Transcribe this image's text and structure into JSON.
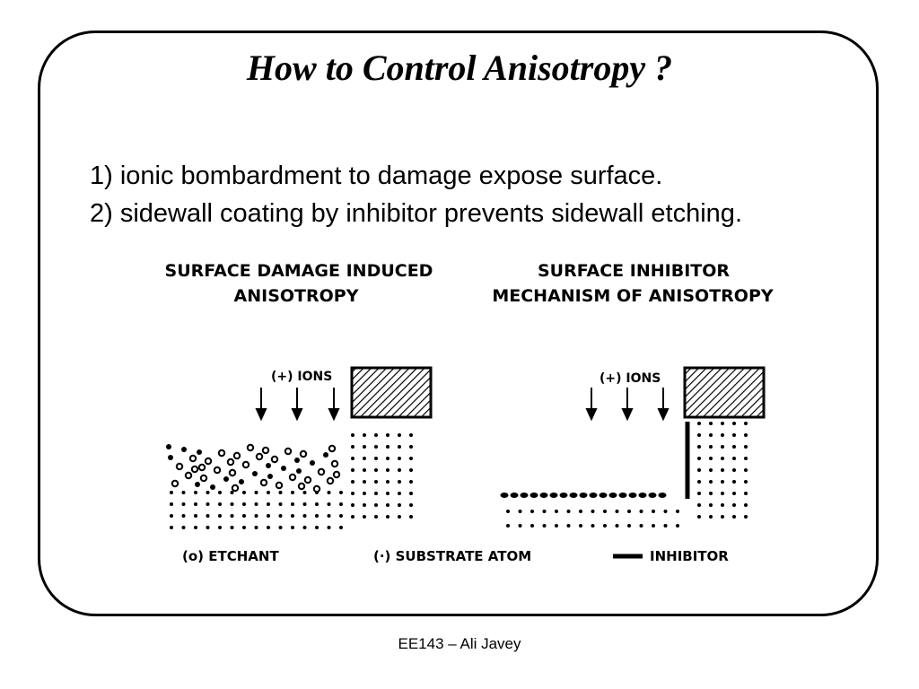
{
  "title": "How to Control Anisotropy ?",
  "points": [
    "1) ionic bombardment to damage expose surface.",
    "2) sidewall coating by inhibitor prevents sidewall etching."
  ],
  "diagram": {
    "left_panel": {
      "heading_line1": "SURFACE DAMAGE INDUCED",
      "heading_line2": "ANISOTROPY",
      "ions_label": "(+) IONS"
    },
    "right_panel": {
      "heading_line1": "SURFACE INHIBITOR",
      "heading_line2": "MECHANISM OF ANISOTROPY",
      "ions_label": "(+) IONS"
    },
    "legend": {
      "etchant": "(o) ETCHANT",
      "substrate": "(·) SUBSTRATE ATOM",
      "inhibitor": "INHIBITOR"
    }
  },
  "footer": "EE143 – Ali Javey"
}
